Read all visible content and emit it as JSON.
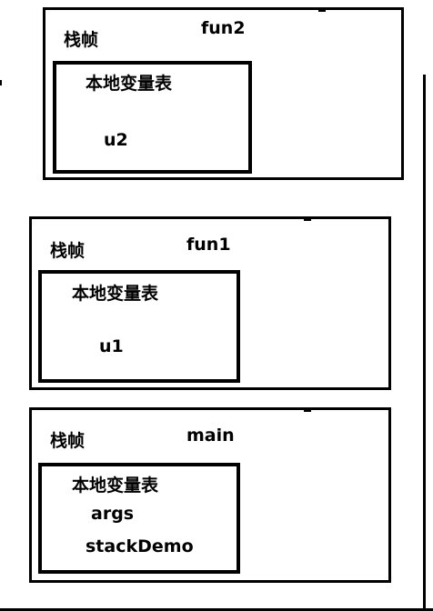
{
  "frames": [
    {
      "frame_label": "栈帧",
      "method": "fun2",
      "table_title": "本地变量表",
      "variables": [
        "u2"
      ]
    },
    {
      "frame_label": "栈帧",
      "method": "fun1",
      "table_title": "本地变量表",
      "variables": [
        "u1"
      ]
    },
    {
      "frame_label": "栈帧",
      "method": "main",
      "table_title": "本地变量表",
      "variables": [
        "args",
        "stackDemo"
      ]
    }
  ]
}
